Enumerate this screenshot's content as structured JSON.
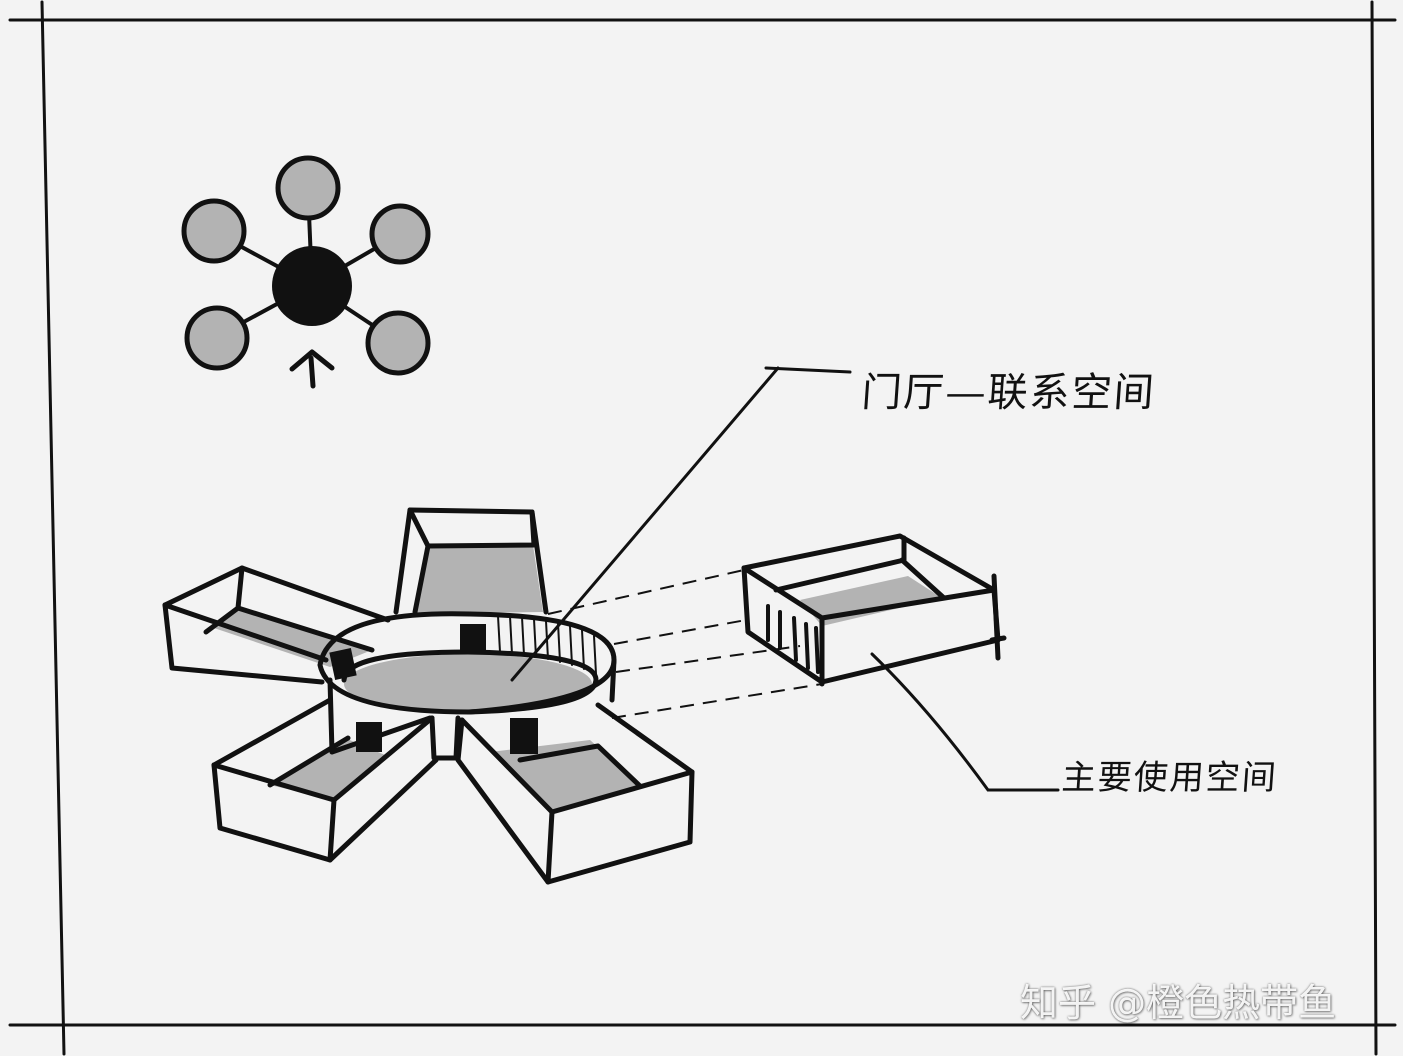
{
  "labels": {
    "hall": "门厅—联系空间",
    "main": "主要使用空间"
  },
  "watermark": "知乎 @橙色热带鱼",
  "icons": {
    "entrance_arrow": "up-arrow-icon"
  },
  "colors": {
    "ink": "#111111",
    "hub": "#111111",
    "satellite": "#b3b3b3",
    "floor": "#b3b3b3",
    "paper": "#f3f3f3"
  }
}
